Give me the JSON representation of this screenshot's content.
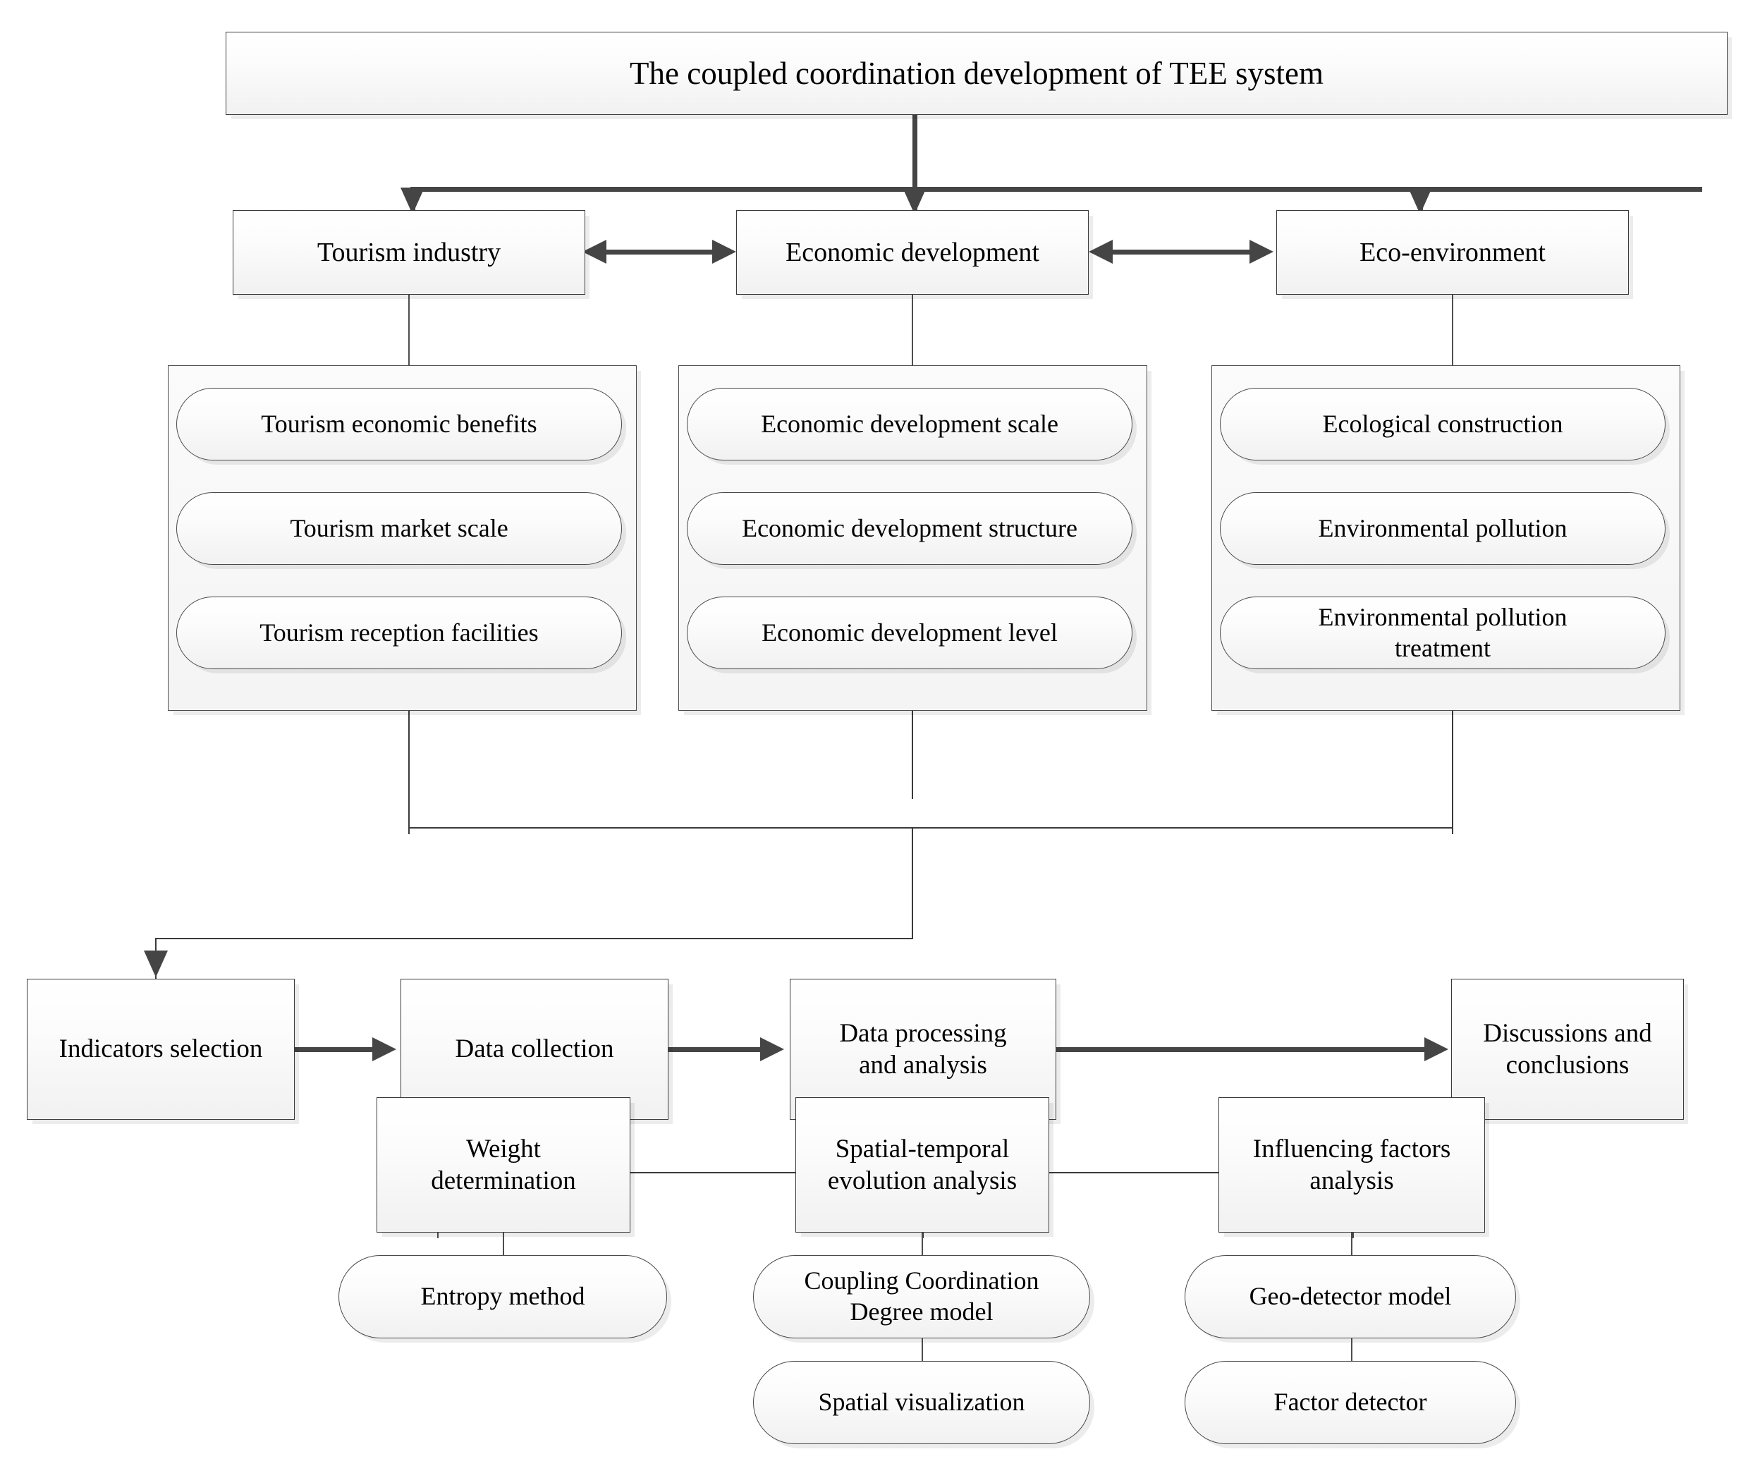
{
  "diagram": {
    "title": "The coupled coordination development of TEE system",
    "systems": [
      {
        "label": "Tourism industry"
      },
      {
        "label": "Economic development"
      },
      {
        "label": "Eco-environment"
      }
    ],
    "dimension_groups": [
      {
        "parent": "Tourism industry",
        "items": [
          "Tourism economic benefits",
          "Tourism market scale",
          "Tourism reception facilities"
        ]
      },
      {
        "parent": "Economic development",
        "items": [
          "Economic development scale",
          "Economic development structure",
          "Economic development level"
        ]
      },
      {
        "parent": "Eco-environment",
        "items": [
          "Ecological construction",
          "Environmental pollution",
          "Environmental pollution\ntreatment"
        ]
      }
    ],
    "workflow": [
      "Indicators selection",
      "Data collection",
      "Data processing\nand analysis",
      "Discussions and\nconclusions"
    ],
    "analysis_branches": [
      {
        "stage": "Weight\ndetermination",
        "methods": [
          "Entropy method"
        ]
      },
      {
        "stage": "Spatial-temporal\nevolution analysis",
        "methods": [
          "Coupling Coordination\nDegree model",
          "Spatial visualization"
        ]
      },
      {
        "stage": "Influencing factors\nanalysis",
        "methods": [
          "Geo-detector model",
          "Factor detector"
        ]
      }
    ],
    "colors": {
      "background": "#ffffff",
      "node_border": "#3a3a3a",
      "connector": "#3a3a3a",
      "arrow": "#454545",
      "text": "#000000"
    }
  }
}
